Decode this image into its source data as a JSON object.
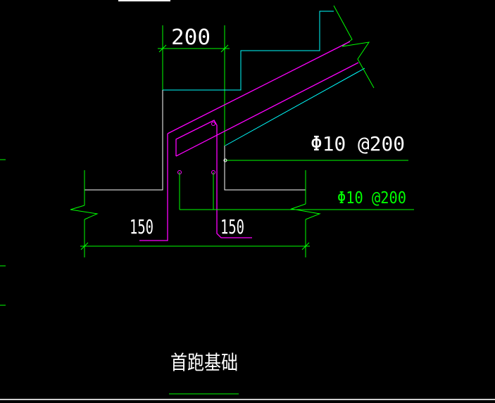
{
  "colors": {
    "background": "#000000",
    "dimension": "#00ff00",
    "outline": "#ffffff",
    "rebar": "#ff00ff",
    "stair_slab": "#00ffff",
    "label_green": "#00ff00"
  },
  "dimensions": {
    "top_width": "200",
    "bottom_left": "150",
    "bottom_right": "150"
  },
  "rebar_labels": {
    "primary": "Φ10 @200",
    "secondary": "Φ10 @200"
  },
  "title": "首跑基础"
}
